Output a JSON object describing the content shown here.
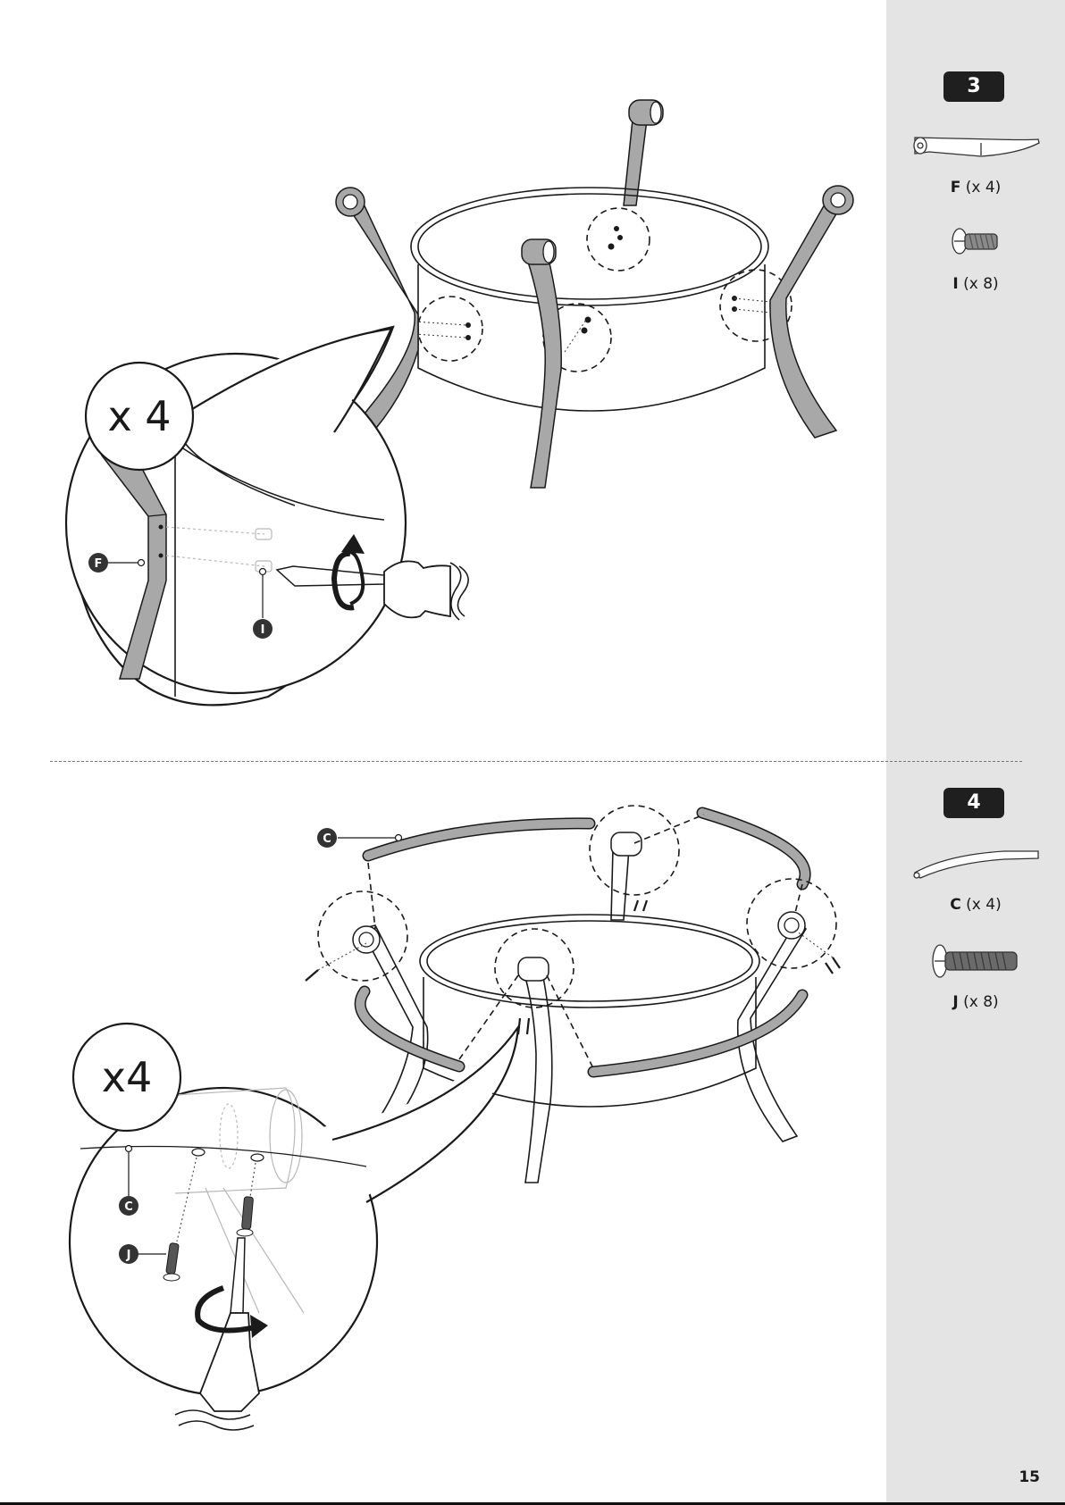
{
  "page": {
    "number": "15"
  },
  "steps": [
    {
      "number": "3",
      "multiplier": "x 4",
      "parts": [
        {
          "letter": "F",
          "qty": "(x 4)",
          "icon": "curved-leg-bracket"
        },
        {
          "letter": "I",
          "qty": "(x 8)",
          "icon": "pan-head-screw"
        }
      ],
      "callouts": [
        "F",
        "I"
      ]
    },
    {
      "number": "4",
      "multiplier": "x4",
      "parts": [
        {
          "letter": "C",
          "qty": "(x 4)",
          "icon": "curved-rail"
        },
        {
          "letter": "J",
          "qty": "(x 8)",
          "icon": "long-screw"
        }
      ],
      "callouts": [
        "C",
        "C",
        "J"
      ]
    }
  ],
  "colors": {
    "sidebar": "#e4e4e4",
    "badge": "#1f1f1f",
    "part_fill": "#a8a8a8"
  }
}
